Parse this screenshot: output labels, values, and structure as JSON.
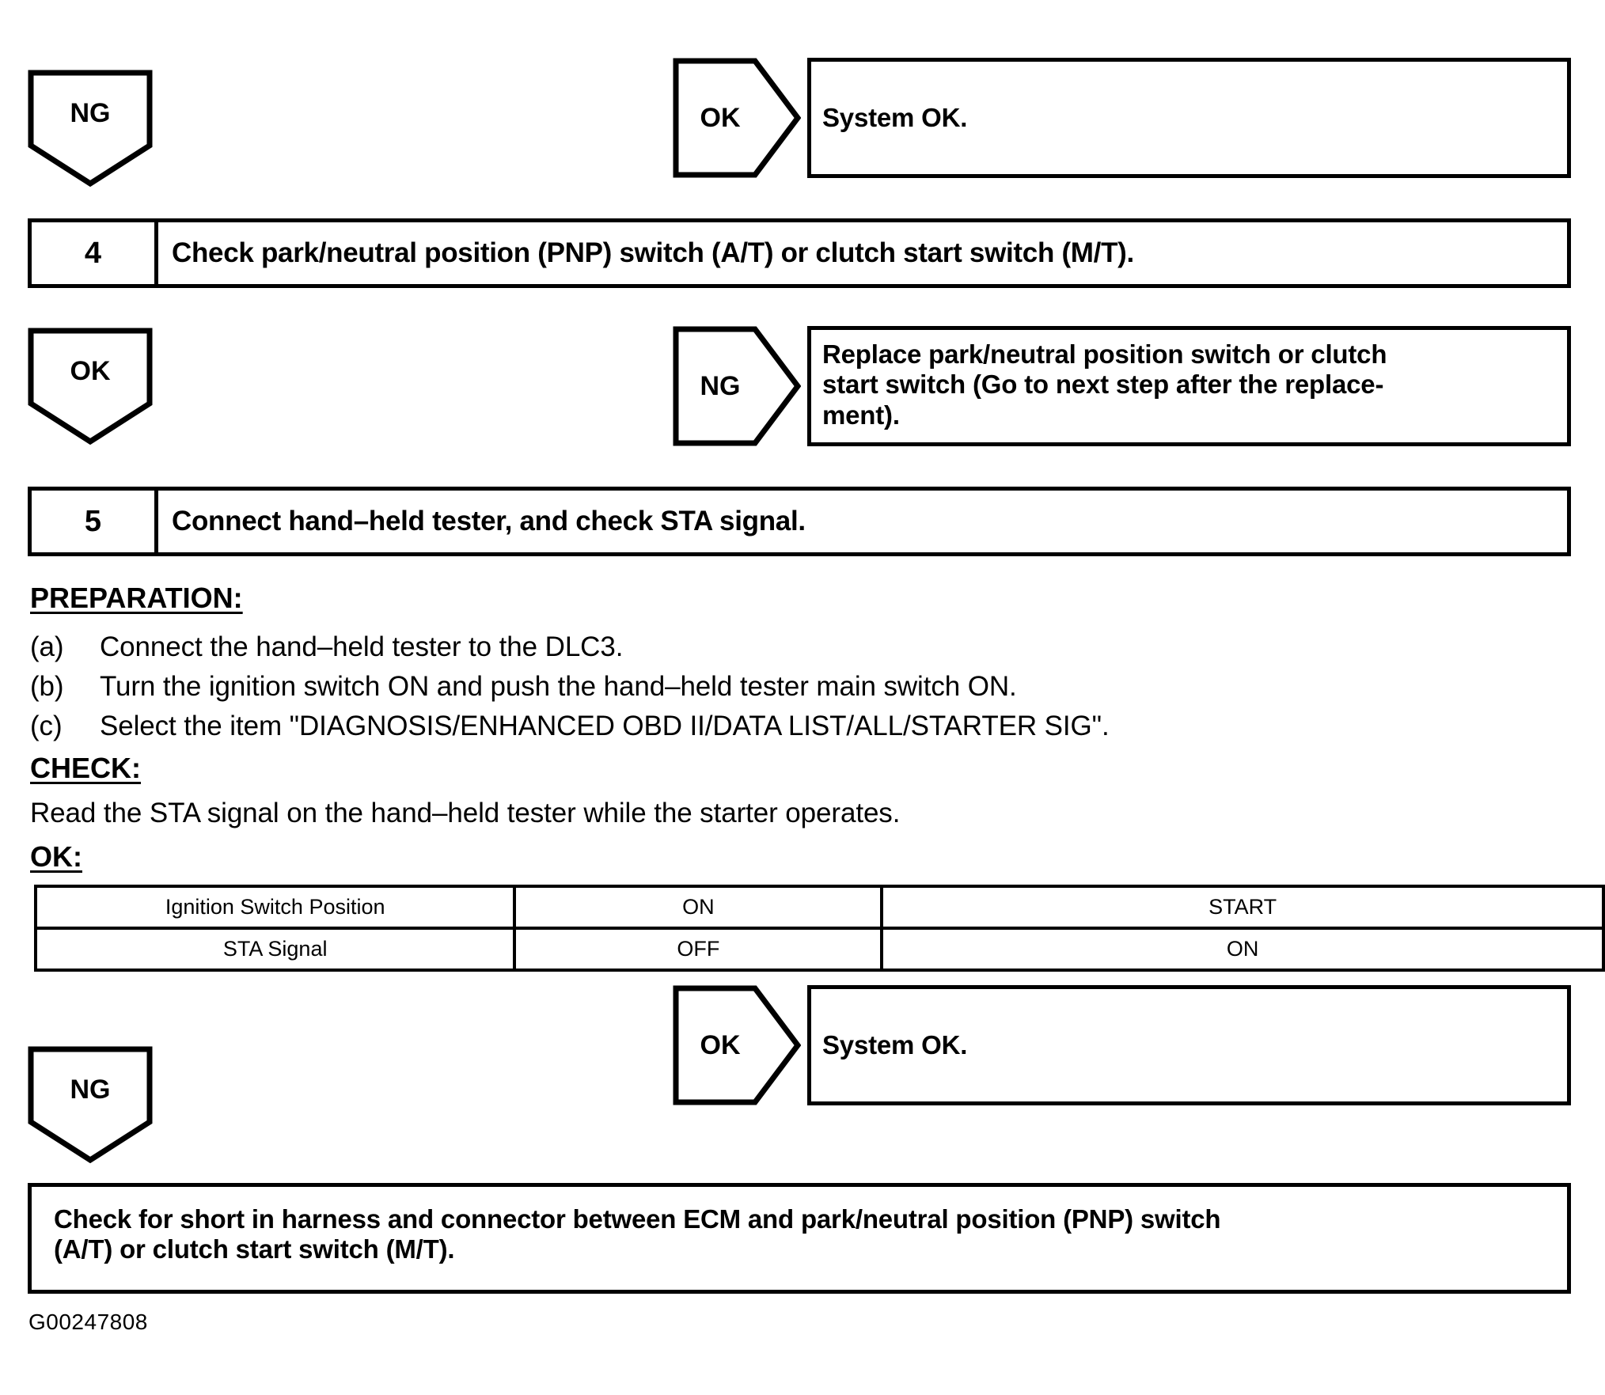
{
  "document": {
    "figure_code": "G00247808"
  },
  "markers": {
    "ng_top": "NG",
    "ok_top_arrow": "OK",
    "ok_mid": "OK",
    "ng_mid_arrow": "NG",
    "ok_bottom_arrow": "OK",
    "ng_bottom": "NG"
  },
  "result_boxes": {
    "system_ok_top": "System OK.",
    "replace_switch": "Replace park/neutral position switch or clutch start switch (Go to next step after the replace-ment).",
    "replace_switch_lines": [
      "Replace park/neutral position switch or clutch",
      "start switch (Go to next step after the replace-",
      "ment)."
    ],
    "system_ok_bottom": "System OK.",
    "final_action_lines": [
      "Check for short in harness and connector between ECM and park/neutral position (PNP) switch",
      "(A/T) or clutch start switch (M/T)."
    ]
  },
  "steps": [
    {
      "number": "4",
      "title": "Check park/neutral position (PNP) switch (A/T) or clutch start switch (M/T)."
    },
    {
      "number": "5",
      "title": "Connect hand–held tester, and check STA signal."
    }
  ],
  "procedure": {
    "preparation_heading": "PREPARATION:",
    "preparation_items": [
      {
        "marker": "(a)",
        "text": "Connect the hand–held tester to the DLC3."
      },
      {
        "marker": "(b)",
        "text": "Turn the ignition switch ON and push the hand–held tester main switch ON."
      },
      {
        "marker": "(c)",
        "text": "Select the item \"DIAGNOSIS/ENHANCED OBD II/DATA LIST/ALL/STARTER SIG\"."
      }
    ],
    "check_heading": "CHECK:",
    "check_text": "Read the STA signal on the hand–held tester while the starter operates.",
    "ok_heading": "OK:"
  },
  "ok_table": {
    "rows": [
      {
        "label": "Ignition Switch Position",
        "on": "ON",
        "start": "START"
      },
      {
        "label": "STA Signal",
        "on": "OFF",
        "start": "ON"
      }
    ]
  }
}
